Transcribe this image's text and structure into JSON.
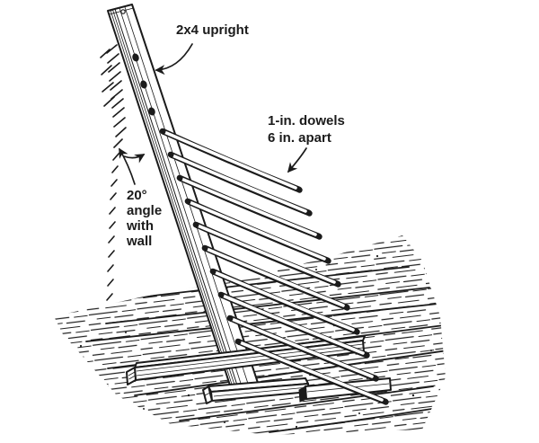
{
  "colors": {
    "ink": "#1b1b1b",
    "paper": "#ffffff"
  },
  "labels": {
    "upright": "2x4 upright",
    "dowels_line1": "1-in. dowels",
    "dowels_line2": "6 in. apart",
    "angle_line1": "20°",
    "angle_line2": "angle",
    "angle_line3": "with",
    "angle_line4": "wall"
  }
}
